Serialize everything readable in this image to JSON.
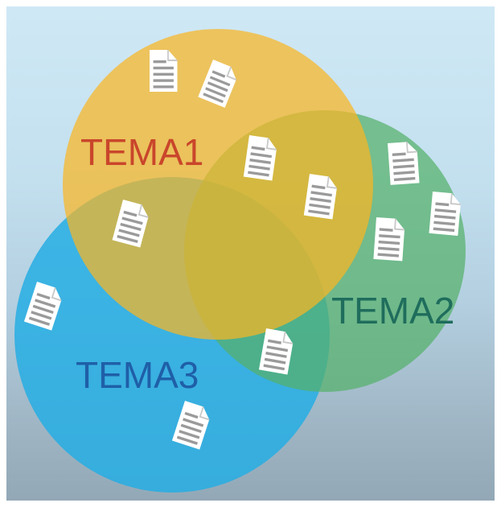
{
  "labels": {
    "tema1": "TEMA1",
    "tema2": "TEMA2",
    "tema3": "TEMA3"
  },
  "colors": {
    "tema1_circle": "#f9b522",
    "tema2_circle": "#54b06a",
    "tema3_circle": "#27aee3",
    "tema1_text": "#c9462b",
    "tema2_text": "#1f6d5c",
    "tema3_text": "#1f5fa8",
    "document_icon": "#ffffff"
  },
  "icons": {
    "document": "document-icon"
  }
}
